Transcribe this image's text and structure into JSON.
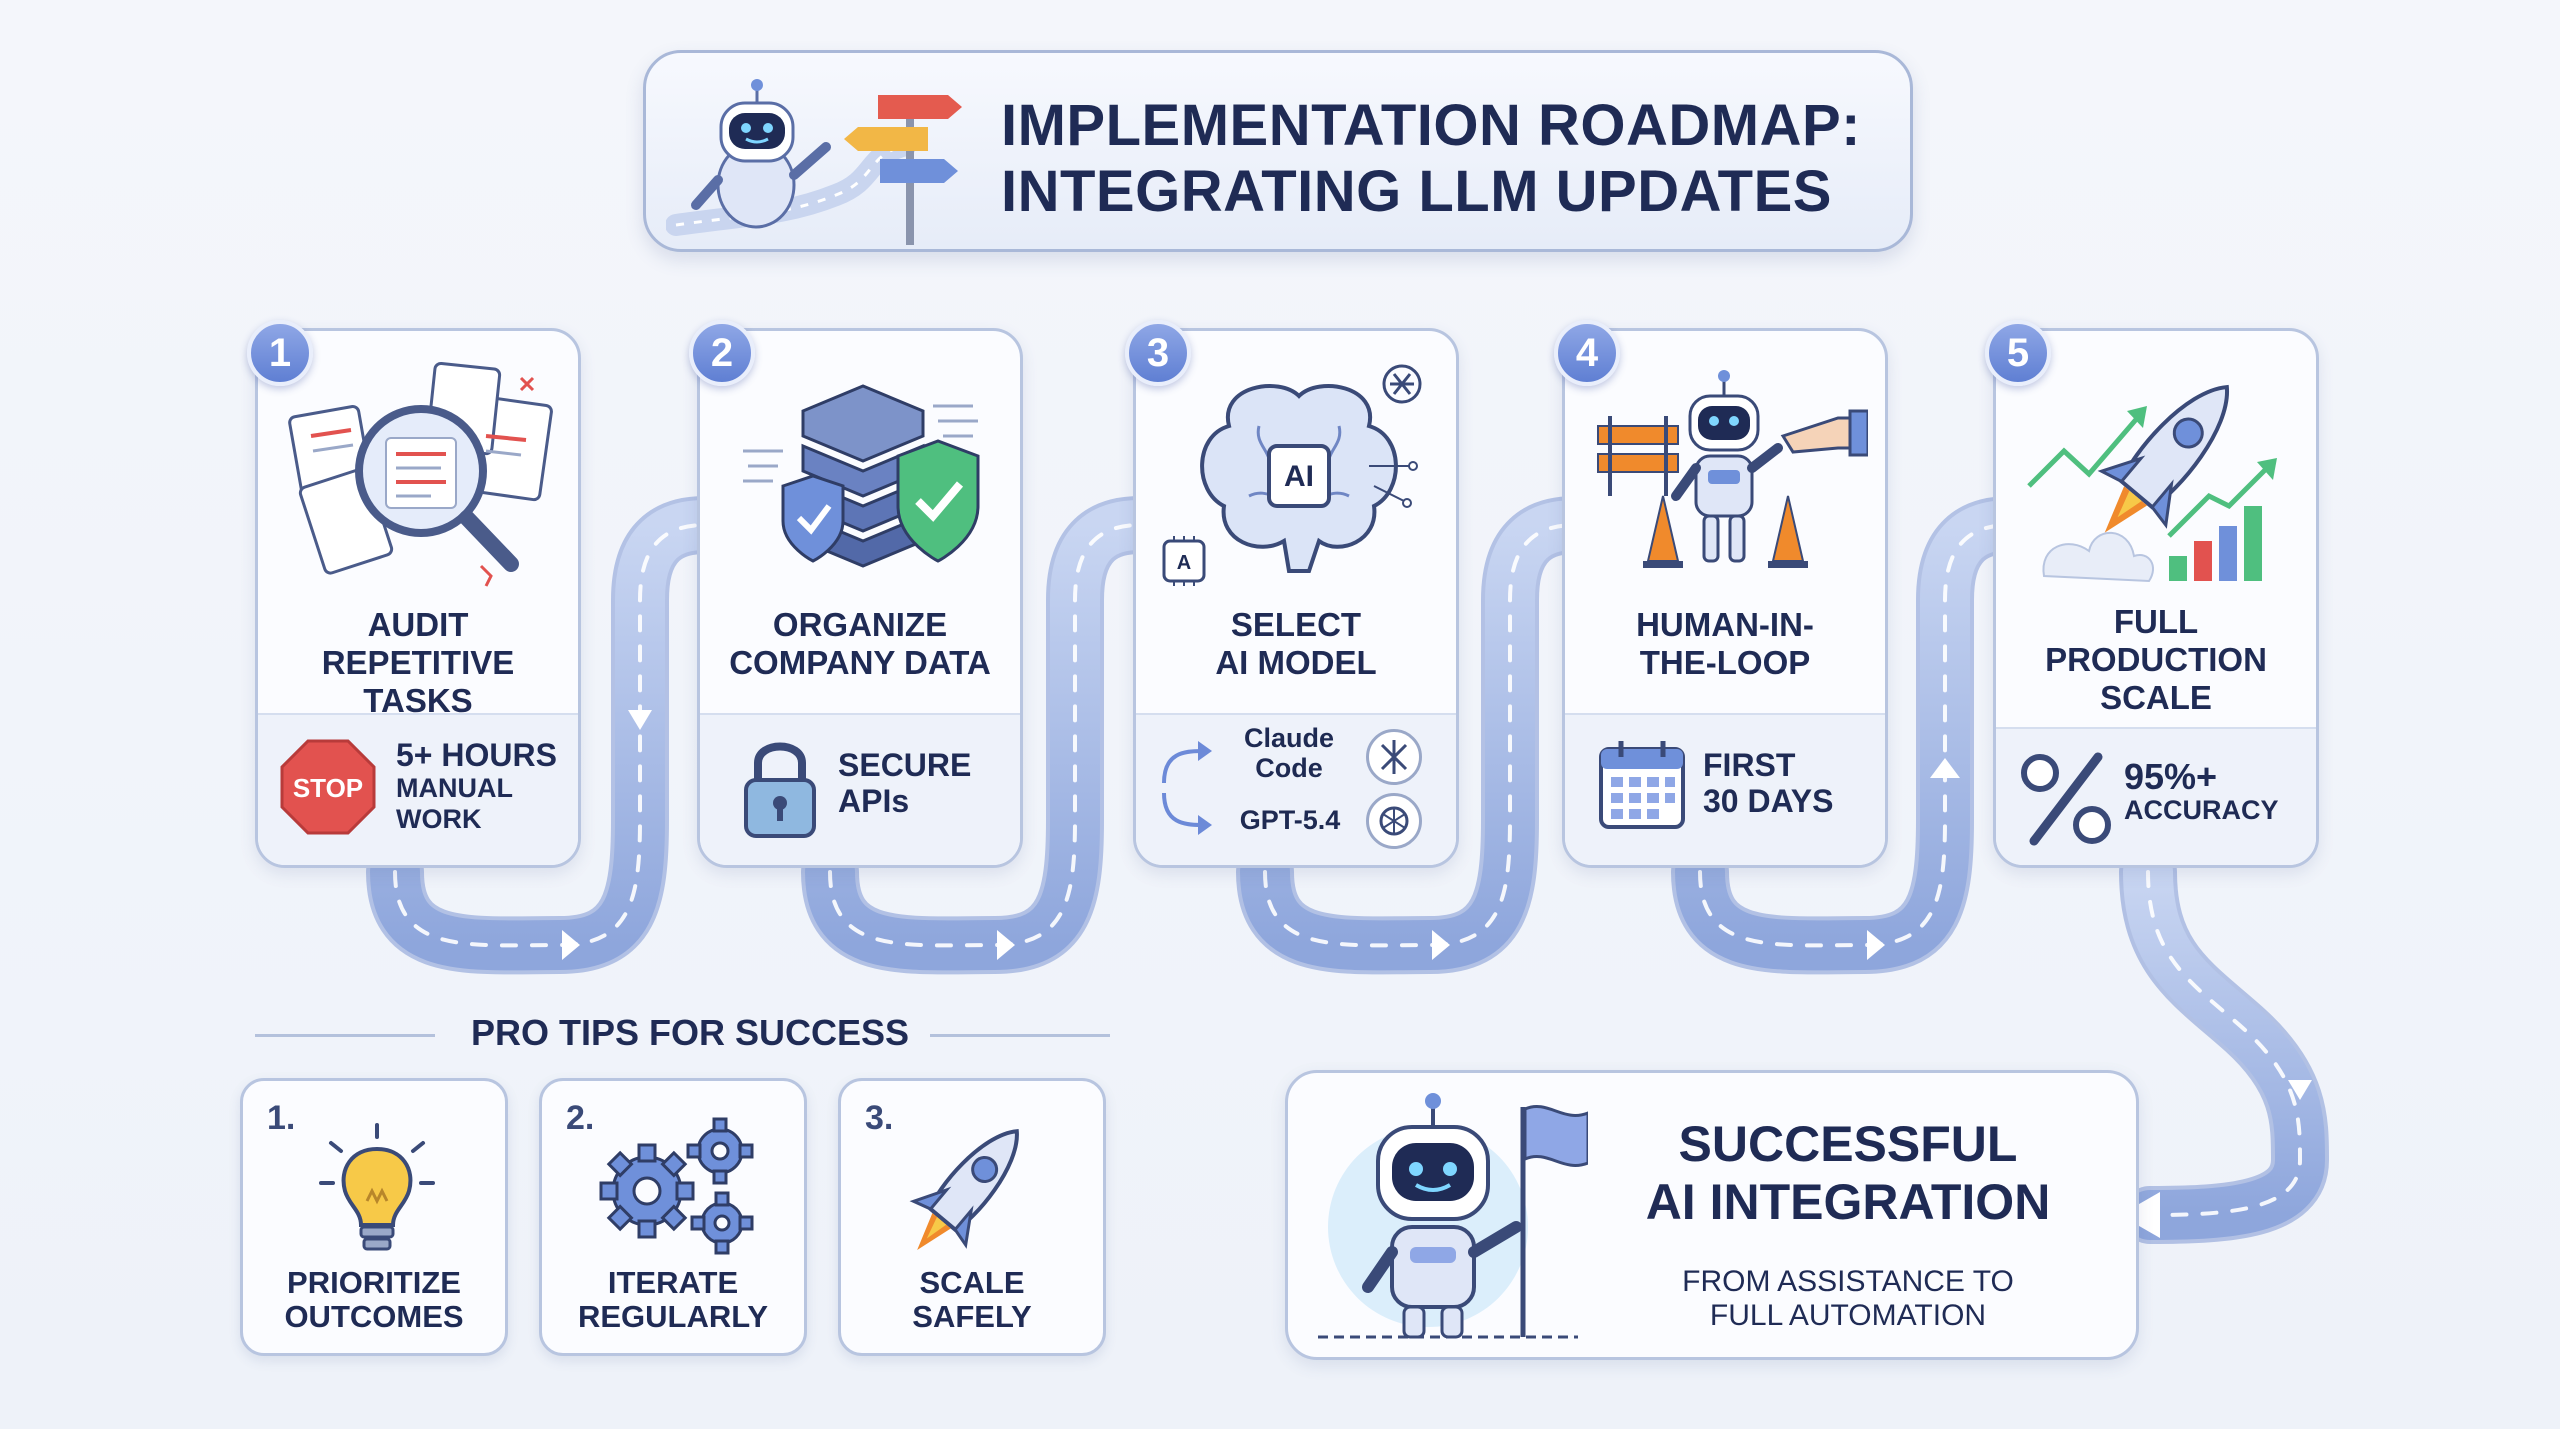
{
  "title": {
    "line1": "IMPLEMENTATION ROADMAP:",
    "line2": "INTEGRATING LLM UPDATES"
  },
  "steps": [
    {
      "number": "1",
      "title_line1": "AUDIT",
      "title_line2": "REPETITIVE TASKS",
      "detail_line1": "5+ HOURS",
      "detail_line2": "MANUAL",
      "detail_line3": "WORK",
      "icon_text": "STOP",
      "icon": "magnifier-documents-icon"
    },
    {
      "number": "2",
      "title_line1": "ORGANIZE",
      "title_line2": "COMPANY DATA",
      "detail_line1": "SECURE",
      "detail_line2": "APIs",
      "icon": "server-shield-icon"
    },
    {
      "number": "3",
      "title_line1": "SELECT",
      "title_line2": "AI MODEL",
      "model1_line1": "Claude",
      "model1_line2": "Code",
      "model2": "GPT-5.4",
      "brain_label": "AI",
      "chip_label": "A",
      "icon": "ai-brain-icon"
    },
    {
      "number": "4",
      "title_line1": "HUMAN-IN-",
      "title_line2": "THE-LOOP",
      "detail_line1": "FIRST",
      "detail_line2": "30 DAYS",
      "icon": "robot-cones-icon"
    },
    {
      "number": "5",
      "title_line1": "FULL",
      "title_line2": "PRODUCTION",
      "title_line3": "SCALE",
      "detail_line1": "95%+",
      "detail_line2": "ACCURACY",
      "icon": "rocket-chart-icon"
    }
  ],
  "tips": {
    "heading": "PRO TIPS FOR SUCCESS",
    "items": [
      {
        "number": "1.",
        "line1": "PRIORITIZE",
        "line2": "OUTCOMES",
        "icon": "lightbulb-icon"
      },
      {
        "number": "2.",
        "line1": "ITERATE",
        "line2": "REGULARLY",
        "icon": "gears-icon"
      },
      {
        "number": "3.",
        "line1": "SCALE",
        "line2": "SAFELY",
        "icon": "rocket-icon"
      }
    ]
  },
  "success": {
    "line1": "SUCCESSFUL",
    "line2": "AI INTEGRATION",
    "sub_line1": "FROM ASSISTANCE TO",
    "sub_line2": "FULL AUTOMATION"
  },
  "colors": {
    "accent": "#6c8ad8",
    "navy": "#1f2b55",
    "path": "#a9bde6",
    "stop_red": "#e2524f",
    "shield_green": "#4fbf7f",
    "cone_orange": "#f08a2c",
    "bulb_yellow": "#f7c948"
  }
}
